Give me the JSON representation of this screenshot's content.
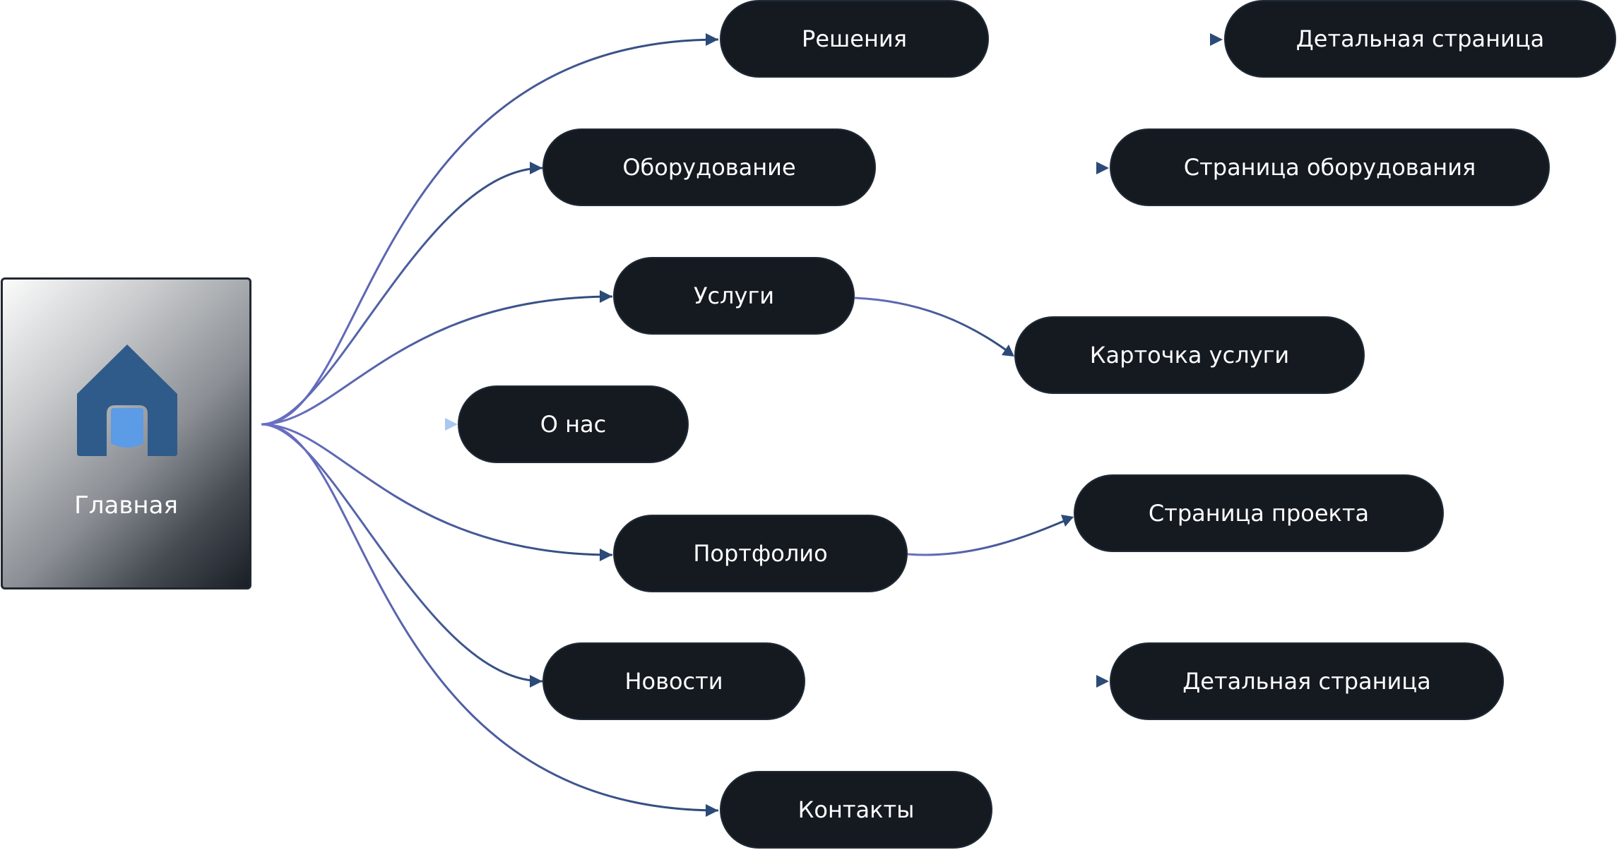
{
  "root": {
    "label": "Главная",
    "icon": "home-icon"
  },
  "sections": [
    {
      "id": "solutions",
      "label": "Решения",
      "child": "Детальная страница"
    },
    {
      "id": "equipment",
      "label": "Оборудование",
      "child": "Страница оборудования"
    },
    {
      "id": "services",
      "label": "Услуги",
      "child": "Карточка услуги"
    },
    {
      "id": "about",
      "label": "О нас",
      "child": null
    },
    {
      "id": "portfolio",
      "label": "Портфолио",
      "child": "Страница проекта"
    },
    {
      "id": "news",
      "label": "Новости",
      "child": "Детальная страница"
    },
    {
      "id": "contacts",
      "label": "Контакты",
      "child": null
    }
  ],
  "colors": {
    "node_fill": "#151a21",
    "edge_dark": "#2c4a78",
    "edge_violet": "#6b70c4",
    "edge_highlight": "#a9c8ef",
    "root_icon": "#2f5b8a",
    "root_icon_door": "#5c9be6"
  }
}
